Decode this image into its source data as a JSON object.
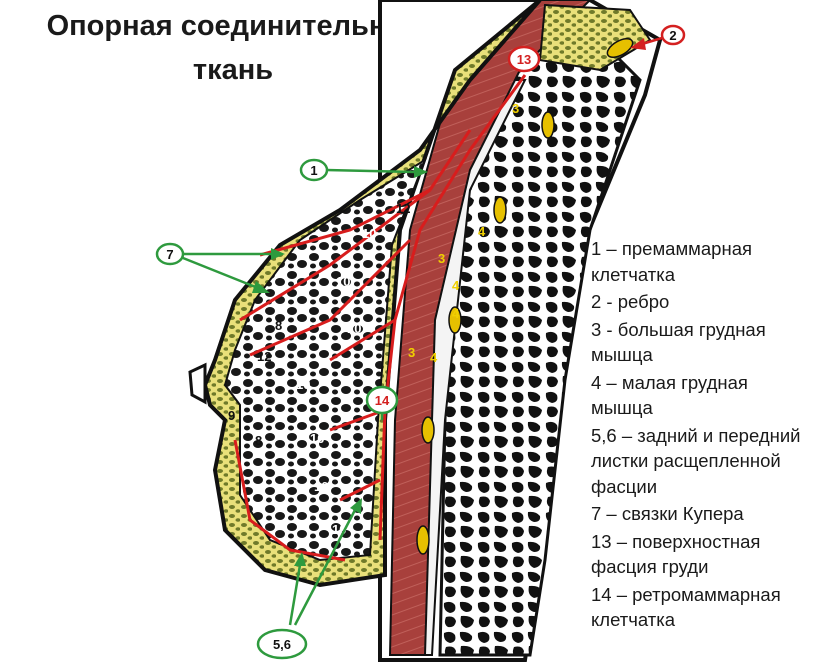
{
  "title": {
    "line1": "Опорная соединительная",
    "line2": "ткань"
  },
  "callouts": {
    "c1": "1",
    "c2": "2",
    "c7": "7",
    "c13": "13",
    "c14": "14",
    "c56": "5,6"
  },
  "structure_labels": {
    "n3a": "3",
    "n3b": "3",
    "n3c": "3",
    "n4a": "4",
    "n4b": "4",
    "n4c": "4",
    "n4d": "4",
    "n12a": "12",
    "n12b": "12",
    "n10a": "10",
    "n10b": "10",
    "n10c": "10",
    "n10d": "10",
    "n10e": "10",
    "n10f": "10",
    "n10g": "10",
    "n8a": "8",
    "n8b": "8",
    "n9a": "9"
  },
  "legend": [
    {
      "line1": "1 –  премаммарная",
      "line2": "клетчатка"
    },
    {
      "line1": "2 - ребро",
      "line2": ""
    },
    {
      "line1": "3 - большая грудная",
      "line2": "мышца"
    },
    {
      "line1": "4 – малая  грудная",
      "line2": "мышца"
    },
    {
      "line1": "5,6 – задний и передний",
      "line2": "листки расщепленной",
      "line3": "фасции"
    },
    {
      "line1": "7 – связки Купера",
      "line2": ""
    },
    {
      "line1": "13 – поверхностная",
      "line2": "фасция груди"
    },
    {
      "line1": "14 – ретромаммарная",
      "line2": "клетчатка"
    }
  ],
  "colors": {
    "callout_green": "#2e9a3e",
    "callout_red": "#d42020",
    "fat_yellow": "#e9e07a",
    "muscle_red": "#a8403c",
    "ligament_red": "#d81d1d",
    "bone_black": "#111111",
    "minor_muscle_yellow": "#f0d000"
  }
}
